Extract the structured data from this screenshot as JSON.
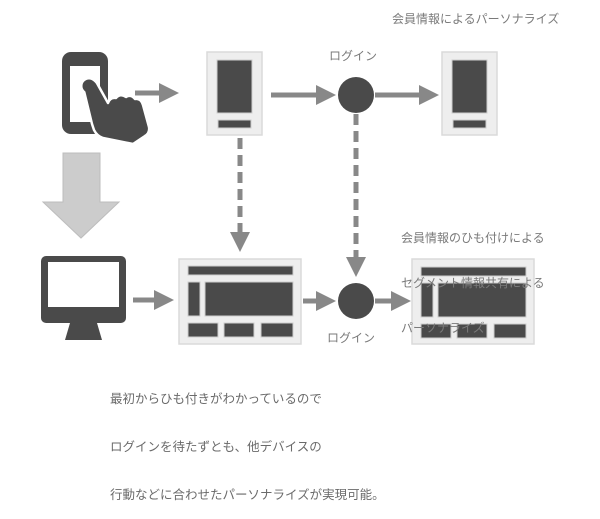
{
  "title": "会員情報によるパーソナライズ",
  "flow_top": {
    "login_label": "ログイン"
  },
  "flow_bottom": {
    "login_label": "ログイン",
    "description_lines": [
      "会員情報のひも付けによる",
      "セグメント情報共有による",
      "パーソナライズ"
    ]
  },
  "caption_lines": [
    "最初からひも付きがわかっているので",
    "ログインを待たずとも、他デバイスの",
    "行動などに合わせたパーソナライズが実現可能。"
  ],
  "icons": {
    "mobile": "smartphone-touch-icon",
    "desktop": "desktop-monitor-icon",
    "transition": "down-arrow-icon",
    "login_node": "login-node-icon"
  },
  "colors": {
    "dark": "#4a4a4a",
    "arrow": "#888888",
    "frame": "#eeeeee",
    "frame_border": "#d8d8d8",
    "big_arrow": "#cccccc",
    "text": "#7a7a7a"
  }
}
